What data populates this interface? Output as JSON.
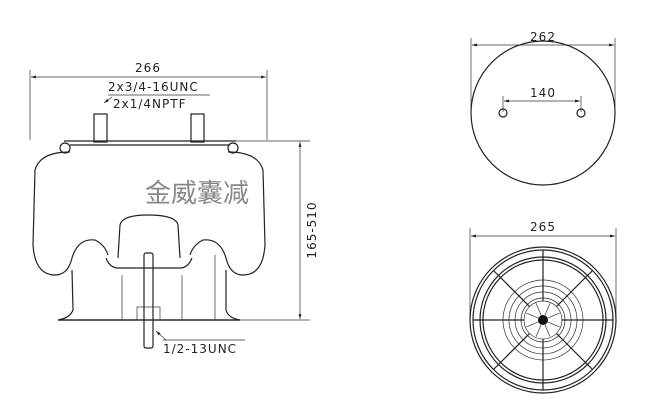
{
  "side_view": {
    "width_dim": "266",
    "thread_top": "2x3/4-16UNC",
    "fitting": "2x1/4NPTF",
    "height_dim": "165-510",
    "bottom_bolt": "1/2-13UNC",
    "watermark": "金威囊减"
  },
  "top_view": {
    "diameter_dim": "262",
    "bolt_spacing_dim": "140"
  },
  "bottom_view": {
    "diameter_dim": "265"
  }
}
